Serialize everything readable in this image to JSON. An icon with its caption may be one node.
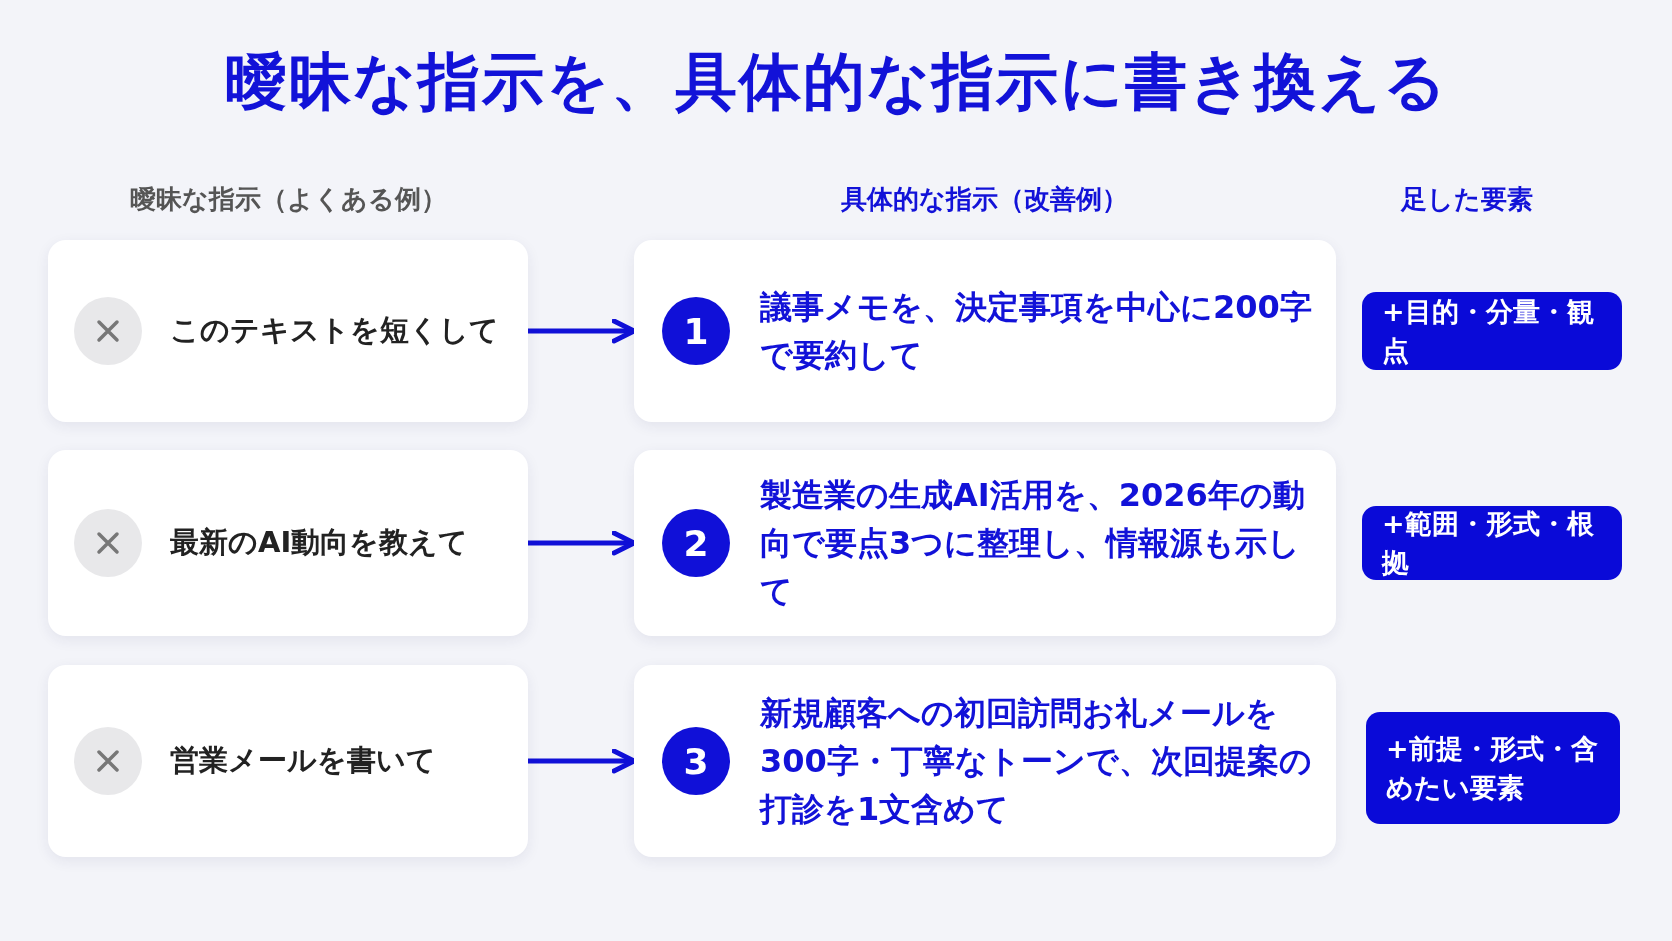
{
  "diagram": {
    "title": "曖昧な指示を、具体的な指示に書き換える",
    "nodes": [
      {
        "text": [
          "このテキストを短くして"
        ]
      },
      {
        "text": [
          "1",
          "議事メモを、決定事項を中心に200字で要約して"
        ]
      },
      {
        "text": [
          "+目的・分量・観点"
        ]
      },
      {
        "text": [
          "最新のAI動向を教えて"
        ]
      },
      {
        "text": [
          "2",
          "製造業の生成AI活用を、2026年の動向で要点3つに整理し、情報源も示して"
        ]
      },
      {
        "text": [
          "+範囲・形式・根拠"
        ]
      },
      {
        "text": [
          "営業メールを書いて"
        ]
      },
      {
        "text": [
          "3",
          "新規顧客への初回訪問お礼メールを300字・丁寧なトーンで、次回提案の打診を1文含めて"
        ]
      },
      {
        "text": [
          "+前提・形式・含めたい要素"
        ]
      }
    ],
    "edges": [
      {
        "from": 0,
        "to": 1,
        "arrow": "to"
      },
      {
        "from": 3,
        "to": 4,
        "arrow": "to"
      },
      {
        "from": 6,
        "to": 7,
        "arrow": "to"
      }
    ],
    "labels": [
      "曖昧な指示（よくある例）",
      "具体的な指示（改善例）",
      "足した要素"
    ]
  }
}
